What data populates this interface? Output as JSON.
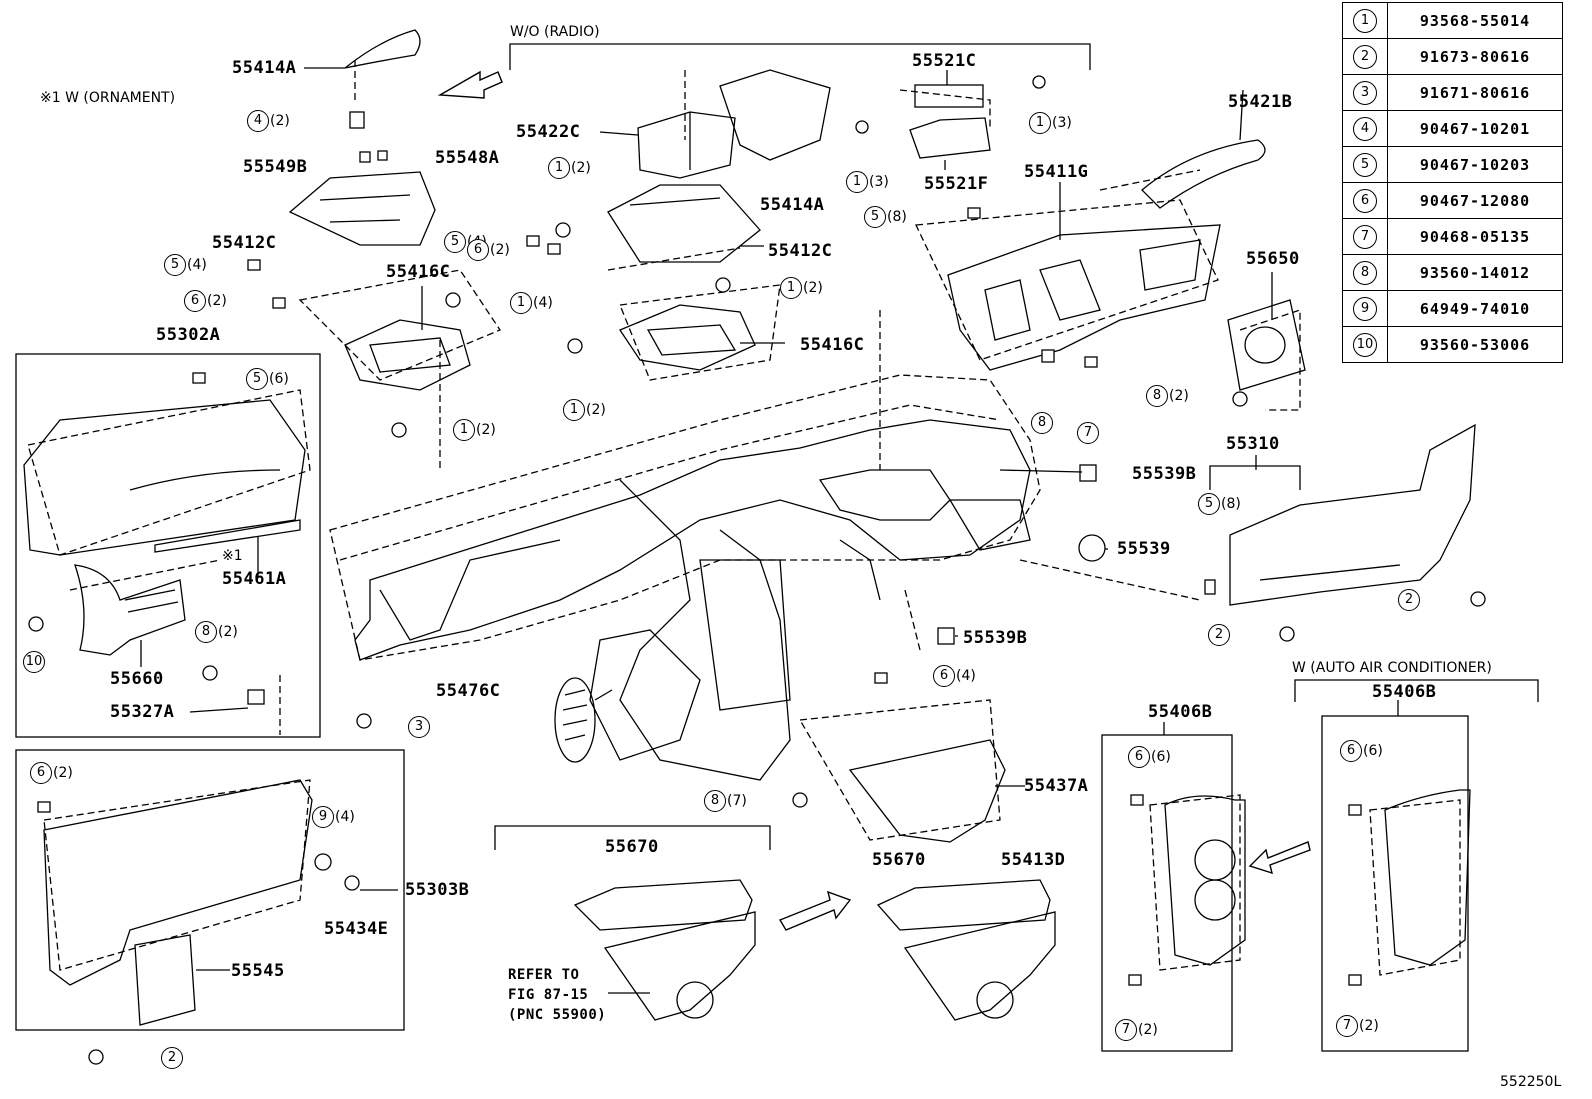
{
  "diagram": {
    "figure_id": "552250L",
    "notes": {
      "ornament": "※1 W (ORNAMENT)",
      "wo_radio": "W/O (RADIO)",
      "auto_ac": "W (AUTO AIR CONDITIONER)",
      "ornament_marker": "※1",
      "refer": [
        "REFER TO",
        "FIG 87-15",
        "(PNC 55900)"
      ]
    },
    "parts": {
      "p55414A_top": "55414A",
      "p55549B": "55549B",
      "p55548A": "55548A",
      "p55412C_left": "55412C",
      "p55422C": "55422C",
      "p55414A_mid": "55414A",
      "p55412C_mid": "55412C",
      "p55521C": "55521C",
      "p55521F": "55521F",
      "p55421B": "55421B",
      "p55411G": "55411G",
      "p55650": "55650",
      "p55416C_left": "55416C",
      "p55416C_mid": "55416C",
      "p55302A": "55302A",
      "p55461A": "55461A",
      "p55660": "55660",
      "p55327A": "55327A",
      "p55310": "55310",
      "p55539B_top": "55539B",
      "p55539": "55539",
      "p55539B_bottom": "55539B",
      "p55476C": "55476C",
      "p55437A": "55437A",
      "p55406B_left": "55406B",
      "p55406B_right": "55406B",
      "p55670_left": "55670",
      "p55670_right": "55670",
      "p55413D": "55413D",
      "p55303B": "55303B",
      "p55434E": "55434E",
      "p55545": "55545"
    },
    "callouts": [
      {
        "n": "4",
        "q": "(2)"
      },
      {
        "n": "1",
        "q": "(2)"
      },
      {
        "n": "5",
        "q": "(4)"
      },
      {
        "n": "5",
        "q": "(4)"
      },
      {
        "n": "6",
        "q": "(2)"
      },
      {
        "n": "6",
        "q": "(2)"
      },
      {
        "n": "1",
        "q": "(4)"
      },
      {
        "n": "1",
        "q": "(2)"
      },
      {
        "n": "1",
        "q": "(2)"
      },
      {
        "n": "1",
        "q": "(2)"
      },
      {
        "n": "1",
        "q": "(3)"
      },
      {
        "n": "1",
        "q": "(3)"
      },
      {
        "n": "5",
        "q": "(8)"
      },
      {
        "n": "5",
        "q": "(6)"
      },
      {
        "n": "8",
        "q": "(2)"
      },
      {
        "n": "8",
        "q": "(2)"
      },
      {
        "n": "5",
        "q": "(8)"
      },
      {
        "n": "6",
        "q": "(4)"
      },
      {
        "n": "8",
        "q": "(7)"
      },
      {
        "n": "6",
        "q": "(2)"
      },
      {
        "n": "9",
        "q": "(4)"
      },
      {
        "n": "6",
        "q": "(6)"
      },
      {
        "n": "6",
        "q": "(6)"
      },
      {
        "n": "7",
        "q": "(2)"
      },
      {
        "n": "7",
        "q": "(2)"
      },
      {
        "n": "10",
        "q": ""
      },
      {
        "n": "3",
        "q": ""
      },
      {
        "n": "8",
        "q": ""
      },
      {
        "n": "7",
        "q": ""
      },
      {
        "n": "2",
        "q": ""
      },
      {
        "n": "2",
        "q": ""
      },
      {
        "n": "2",
        "q": ""
      }
    ],
    "legend": [
      {
        "n": "1",
        "part": "93568-55014"
      },
      {
        "n": "2",
        "part": "91673-80616"
      },
      {
        "n": "3",
        "part": "91671-80616"
      },
      {
        "n": "4",
        "part": "90467-10201"
      },
      {
        "n": "5",
        "part": "90467-10203"
      },
      {
        "n": "6",
        "part": "90467-12080"
      },
      {
        "n": "7",
        "part": "90468-05135"
      },
      {
        "n": "8",
        "part": "93560-14012"
      },
      {
        "n": "9",
        "part": "64949-74010"
      },
      {
        "n": "10",
        "part": "93560-53006"
      }
    ]
  }
}
